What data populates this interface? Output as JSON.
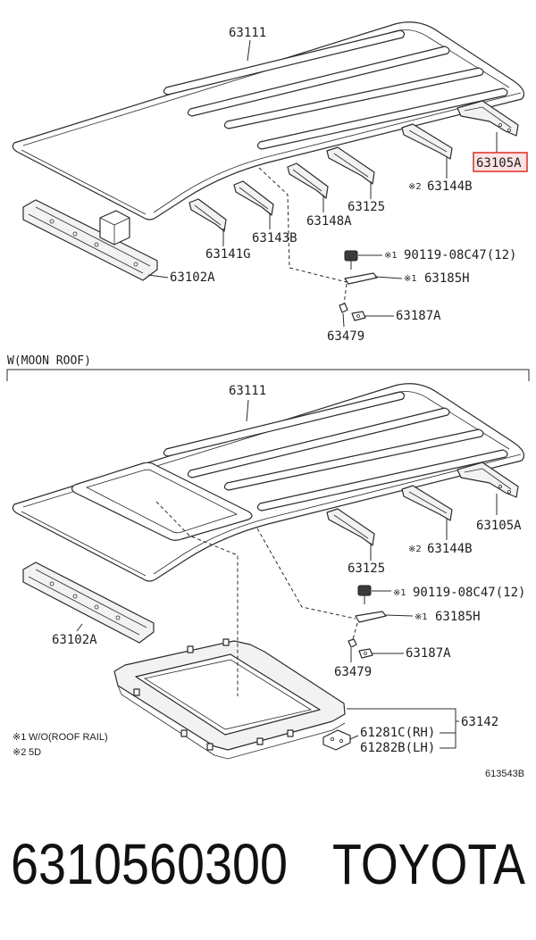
{
  "top_diagram": {
    "roof_panel": "63111",
    "rear_rail": "63105A",
    "bow_rear": {
      "note": "※2",
      "part": "63144B"
    },
    "bow_center": "63125",
    "bow_mid": "63148A",
    "bow_front_mid": "63143B",
    "bow_front": "63141G",
    "bolt": {
      "note": "※1",
      "part": "90119-08C47(12)"
    },
    "bracket": {
      "note": "※1",
      "part": "63185H"
    },
    "front_header": "63102A",
    "clip_bracket": "63187A",
    "clip": "63479"
  },
  "section_title": "W(MOON ROOF)",
  "bottom_diagram": {
    "roof_panel": "63111",
    "rear_rail": "63105A",
    "bow_rear": {
      "note": "※2",
      "part": "63144B"
    },
    "bow_center": "63125",
    "bolt": {
      "note": "※1",
      "part": "90119-08C47(12)"
    },
    "bracket": {
      "note": "※1",
      "part": "63185H"
    },
    "front_header": "63102A",
    "clip_bracket": "63187A",
    "clip": "63479",
    "sunroof_housing": "63142",
    "drain_rh": "61281C(RH)",
    "drain_lh": "61282B(LH)"
  },
  "footnotes": [
    {
      "mark": "※1",
      "text": "W/O(ROOF RAIL)"
    },
    {
      "mark": "※2",
      "text": "5D"
    }
  ],
  "illustration_code": "613543B",
  "part_number": "6310560300",
  "brand": "TOYOTA",
  "colors": {
    "highlight_fill": "#fde3e3",
    "highlight_border": "#e0392f",
    "line": "#2b2b2b"
  }
}
